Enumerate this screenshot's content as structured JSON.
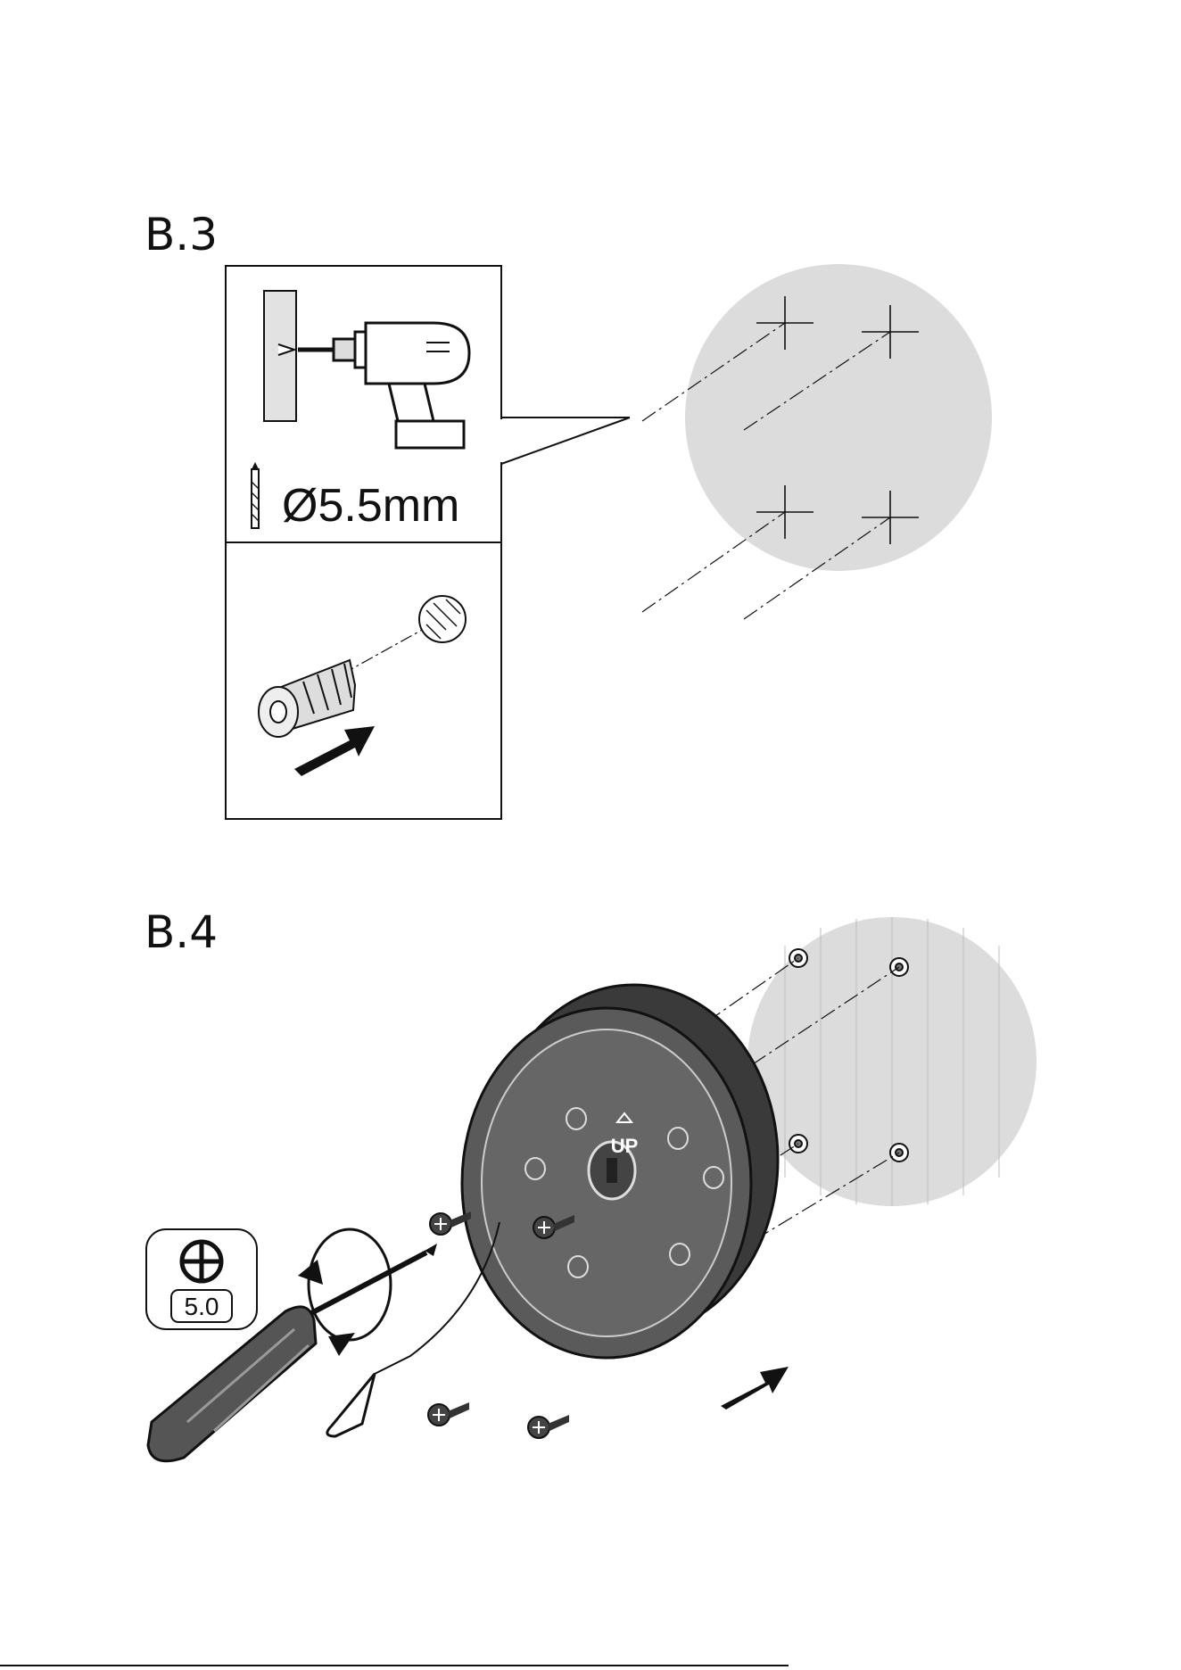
{
  "steps": {
    "b3": {
      "label": "B.3",
      "drill_size": "Ø5.5mm"
    },
    "b4": {
      "label": "B.4",
      "up_mark": "UP",
      "screwdriver_size": "5.0"
    }
  },
  "colors": {
    "wall": "#dcdcdc",
    "ink": "#111111",
    "base": "#3a3a3a"
  }
}
